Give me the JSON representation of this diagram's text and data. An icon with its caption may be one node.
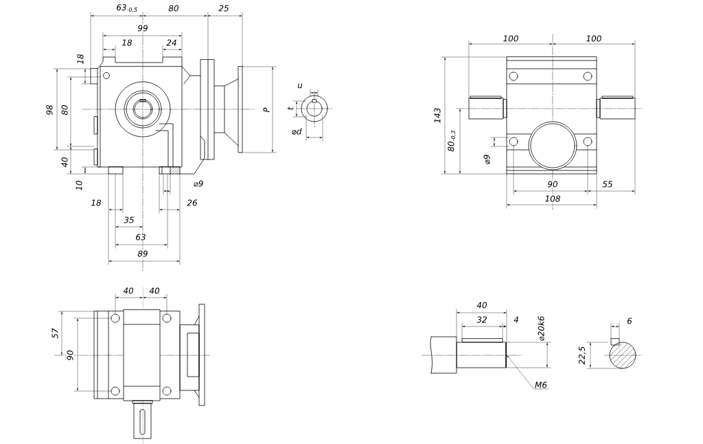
{
  "diagram": {
    "nodes": [
      {
        "text": [
          "M6"
        ]
      },
      {
        "text": [],
        "shape": "box"
      }
    ],
    "edges": [
      {
        "from": 0,
        "to": 1,
        "arrow": "to"
      }
    ],
    "labels": [
      "63$_{-0,5}$",
      "80",
      "25",
      "99",
      "18",
      "24",
      "18",
      "98",
      "80",
      "40",
      "10",
      "⌀9",
      "18",
      "26",
      "35",
      "63",
      "89",
      "P",
      "u",
      "t",
      "⌀d",
      "100",
      "100",
      "143",
      "80$_{-0,3}$",
      "⌀9",
      "90",
      "55",
      "108",
      "40",
      "40",
      "57",
      "90",
      "40",
      "32",
      "4",
      "⌀20k6",
      "22,5",
      "6"
    ]
  }
}
